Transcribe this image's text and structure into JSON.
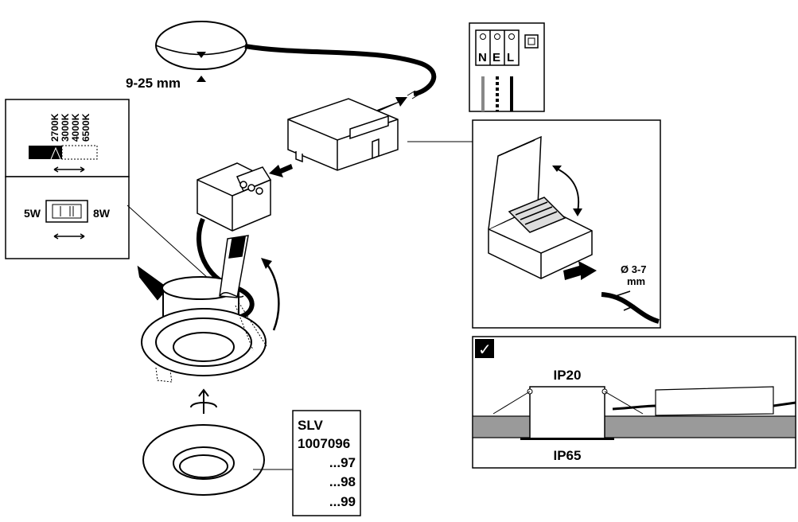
{
  "drill_thickness": "9-25 mm",
  "color_temps": [
    "2700K",
    "3000K",
    "4000K",
    "6500K"
  ],
  "power_switch": {
    "low": "5W",
    "high": "8W"
  },
  "terminal_labels": [
    "N",
    "E",
    "L"
  ],
  "cable_diameter": {
    "value": "Ø 3-7",
    "unit": "mm"
  },
  "install_panel": {
    "check": "✓",
    "top": "IP20",
    "bottom": "IP65"
  },
  "models": {
    "brand": "SLV",
    "items": [
      "1007096",
      "...97",
      "...98",
      "...99"
    ]
  }
}
